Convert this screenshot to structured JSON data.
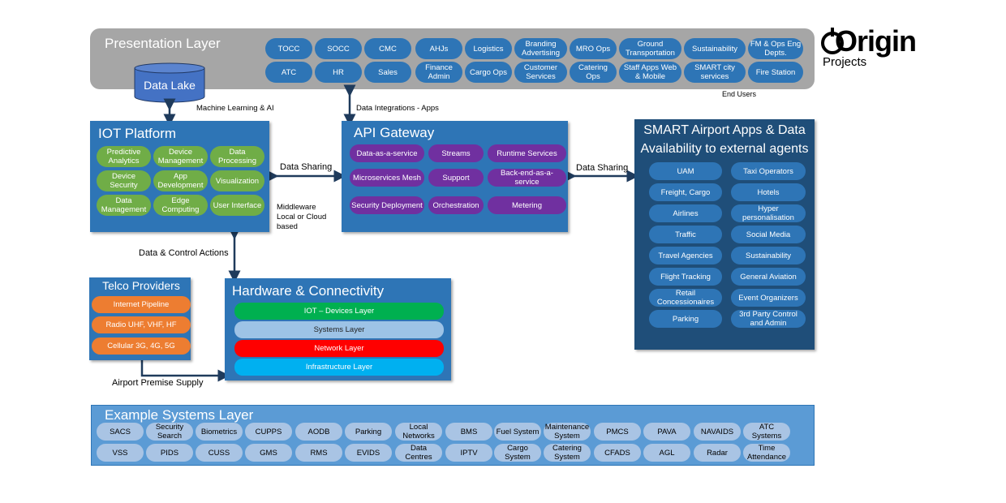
{
  "presentation": {
    "title": "Presentation Layer",
    "row1": [
      "TOCC",
      "SOCC",
      "CMC",
      "AHJs",
      "Logistics",
      "Branding Advertising",
      "MRO Ops",
      "Ground Transportation",
      "Sustainability",
      "FM & Ops Eng Depts."
    ],
    "row2": [
      "ATC",
      "HR",
      "Sales",
      "Finance Admin",
      "Cargo Ops",
      "Customer Services",
      "Catering Ops",
      "Staff Apps Web & Mobile",
      "SMART city services",
      "Fire Station"
    ],
    "end_users": "End Users"
  },
  "data_lake": "Data Lake",
  "labels": {
    "ml_ai": "Machine Learning & AI",
    "data_integrations": "Data Integrations - Apps",
    "data_sharing_left": "Data Sharing",
    "data_sharing_right": "Data Sharing",
    "middleware": "Middleware\nLocal or Cloud\nbased",
    "data_control": "Data & Control Actions",
    "airport_supply": "Airport Premise Supply"
  },
  "logo": {
    "text": "Origin",
    "sub": "Projects"
  },
  "iot": {
    "title": "IOT Platform",
    "items": [
      "Predictive Analytics",
      "Device Management",
      "Data Processing",
      "Device Security",
      "App Development",
      "Visualization",
      "Data Management",
      "Edge Computing",
      "User Interface"
    ]
  },
  "api": {
    "title": "API Gateway",
    "items": [
      "Data-as-a-service",
      "Streams",
      "Runtime Services",
      "Microservices Mesh",
      "Support",
      "Back-end-as-a-service",
      "Security Deployment",
      "Orchestration",
      "Metering"
    ]
  },
  "smart": {
    "title_line1": "SMART Airport Apps & Data",
    "title_line2": "Availability to external agents",
    "left": [
      "UAM",
      "Freight, Cargo",
      "Airlines",
      "Traffic",
      "Travel Agencies",
      "Flight Tracking",
      "Retail Concessionaires",
      "Parking"
    ],
    "right": [
      "Taxi Operators",
      "Hotels",
      "Hyper personalisation",
      "Social Media",
      "Sustainability",
      "General Aviation",
      "Event Organizers",
      "3rd Party Control and Admin"
    ]
  },
  "telco": {
    "title": "Telco Providers",
    "items": [
      "Internet Pipeline",
      "Radio UHF, VHF, HF",
      "Cellular 3G, 4G, 5G"
    ]
  },
  "hardware": {
    "title": "Hardware & Connectivity",
    "layers": [
      {
        "label": "IOT – Devices Layer",
        "color": "#00b050",
        "text": "#ffffff"
      },
      {
        "label": "Systems Layer",
        "color": "#9dc3e6",
        "text": "#1f1f1f"
      },
      {
        "label": "Network Layer",
        "color": "#ff0000",
        "text": "#ffffff"
      },
      {
        "label": "Infrastructure Layer",
        "color": "#00b0f0",
        "text": "#ffffff"
      }
    ]
  },
  "systems": {
    "title": "Example Systems Layer",
    "row1": [
      "SACS",
      "Security Search",
      "Biometrics",
      "CUPPS",
      "AODB",
      "Parking",
      "Local Networks",
      "BMS",
      "Fuel System",
      "Maintenance System",
      "PMCS",
      "PAVA",
      "NAVAIDS",
      "ATC Systems"
    ],
    "row2": [
      "VSS",
      "PIDS",
      "CUSS",
      "GMS",
      "RMS",
      "EVIDS",
      "Data Centres",
      "IPTV",
      "Cargo System",
      "Catering System",
      "CFADS",
      "AGL",
      "Radar",
      "Time Attendance"
    ]
  }
}
